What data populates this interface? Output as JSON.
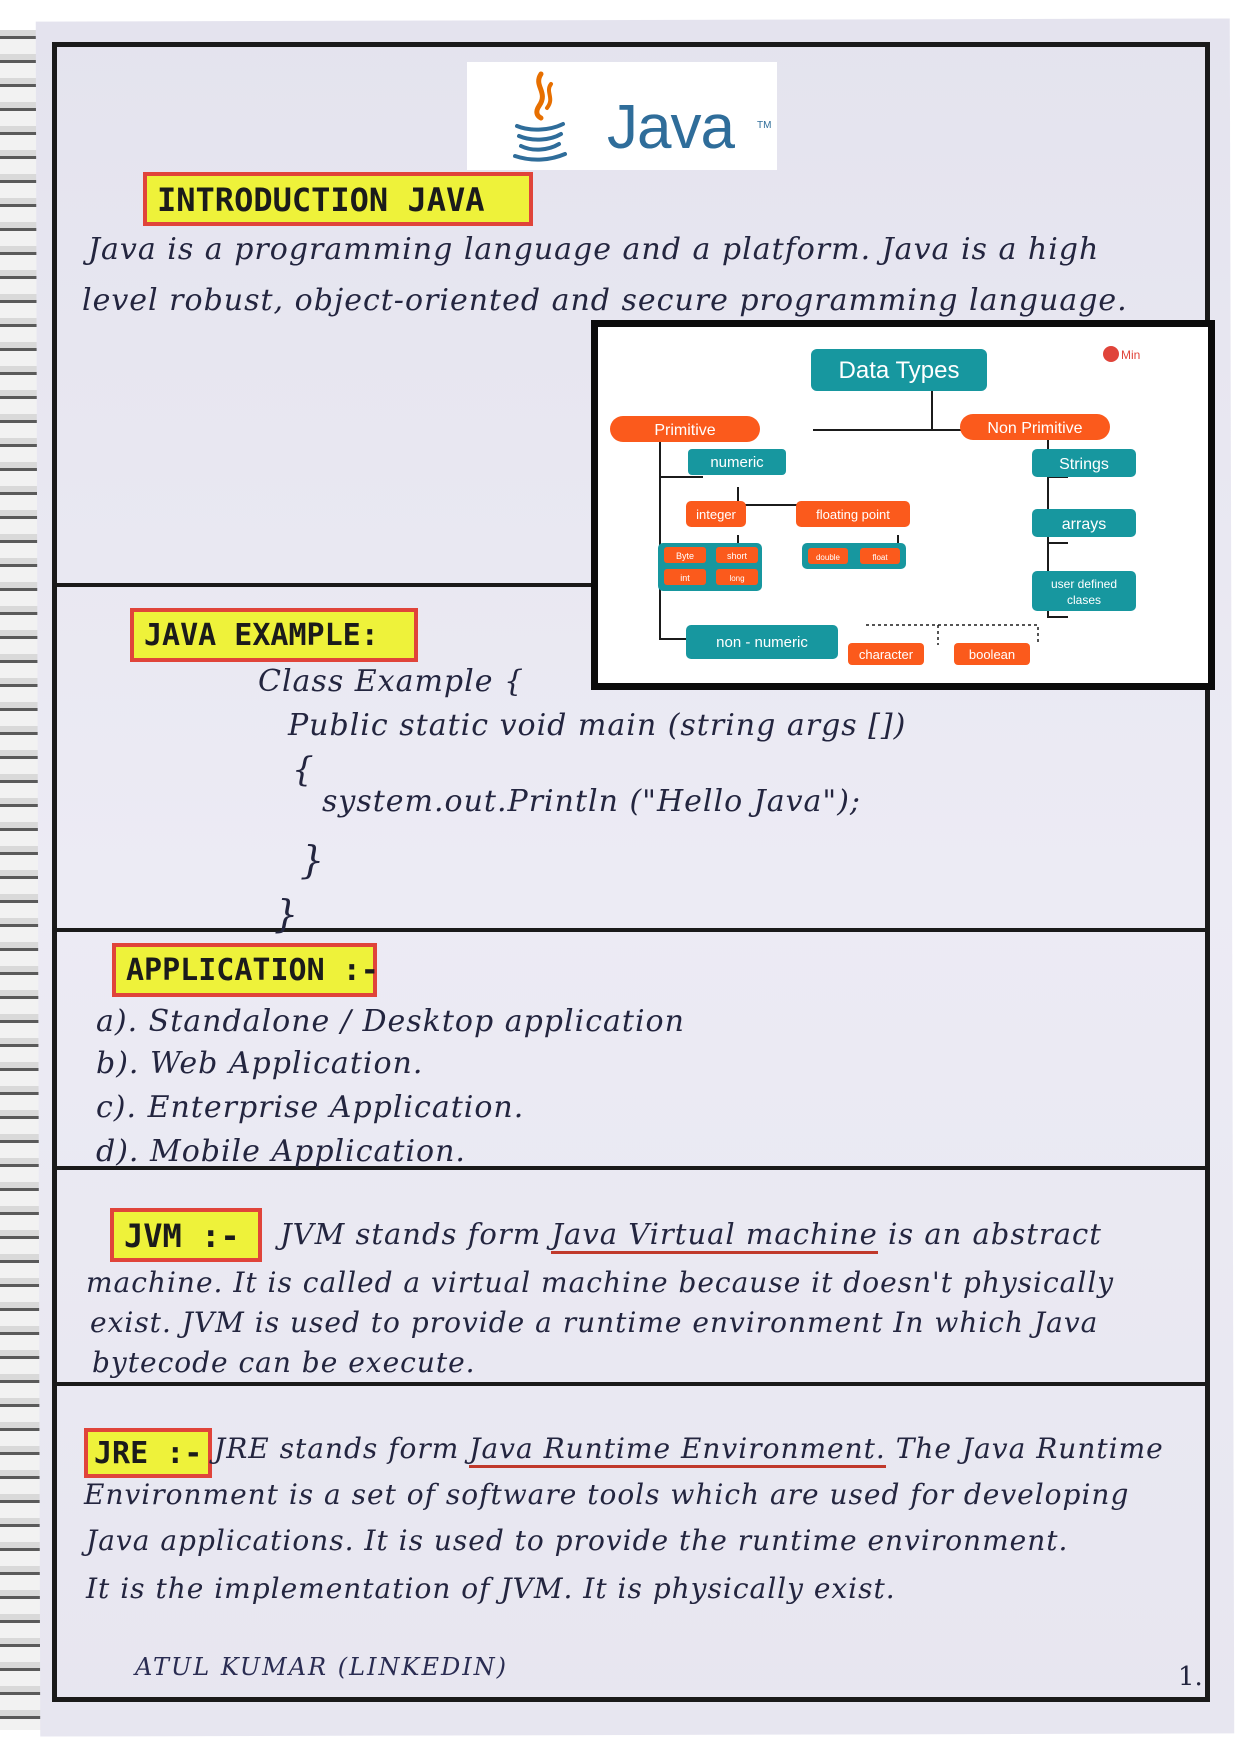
{
  "logo": {
    "text": "Java",
    "tm": "TM"
  },
  "intro": {
    "heading": "INTRODUCTION JAVA",
    "line1": "Java is a programming language and a platform. Java is a high",
    "line2": "level robust, object-oriented and secure programming language."
  },
  "diagram": {
    "title": "Data Types",
    "brand": "Min",
    "primitive": "Primitive",
    "non_primitive": "Non Primitive",
    "numeric": "numeric",
    "integer": "integer",
    "floating_point": "floating point",
    "int_types": [
      "Byte",
      "short",
      "int",
      "long"
    ],
    "float_types": [
      "double",
      "float"
    ],
    "non_numeric": "non - numeric",
    "character": "character",
    "boolean": "boolean",
    "np_items": [
      "Strings",
      "arrays",
      "user defined",
      "clases"
    ],
    "colors": {
      "teal": "#17979f",
      "orange": "#fb5a1c",
      "dark": "#1b1b1b"
    }
  },
  "example": {
    "heading": "JAVA EXAMPLE:",
    "code": [
      "Class Example {",
      "Public static void main (string args [])",
      "{",
      "system.out.Println (\"Hello Java\");",
      "}",
      "}"
    ]
  },
  "application": {
    "heading": "APPLICATION :-",
    "items": [
      "a). Standalone / Desktop application",
      "b). Web Application.",
      "c). Enterprise Application.",
      "d). Mobile Application."
    ]
  },
  "jvm": {
    "heading": "JVM :-",
    "line1_pre": "JVM stands form",
    "line1_ul": "Java Virtual machine",
    "line1_post": "is an abstract",
    "line2": "machine. It is called a virtual machine because it doesn't physically",
    "line3": "exist. JVM is used to provide a runtime environment In which Java",
    "line4": "bytecode can be execute."
  },
  "jre": {
    "heading": "JRE :-",
    "line1_pre": "JRE stands form",
    "line1_ul": "Java Runtime Environment.",
    "line1_post": "The Java Runtime",
    "line2": "Environment is a set of software tools which are used for developing",
    "line3": "Java applications. It is used to provide the runtime environment.",
    "line4": "It is the implementation of JVM. It is physically exist."
  },
  "footer": {
    "author": "ATUL KUMAR (LINKEDIN)",
    "page": "1."
  }
}
